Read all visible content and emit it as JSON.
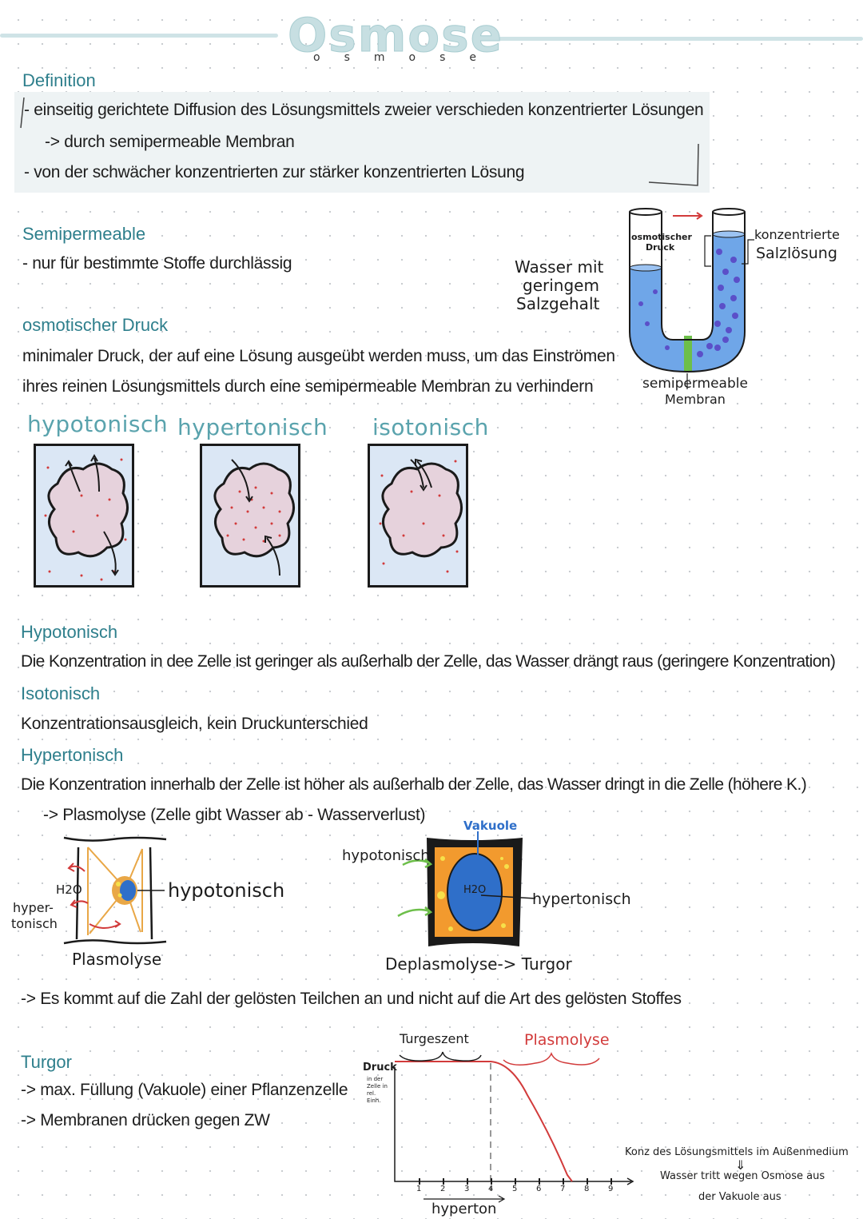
{
  "title": "Osmose",
  "title_sub": "osmose",
  "definition": {
    "heading": "Definition",
    "lines": [
      "- einseitig gerichtete Diffusion des Lösungsmittels zweier verschieden konzentrierter Lösungen",
      "-> durch semipermeable Membran",
      "- von der schwächer konzentrierten zur stärker konzentrierten Lösung"
    ]
  },
  "semipermeable": {
    "heading": "Semipermeable",
    "line": "- nur für bestimmte Stoffe durchlässig"
  },
  "osmotic_pressure": {
    "heading": "osmotischer Druck",
    "lines": [
      "minimaler Druck, der auf eine Lösung ausgeübt werden muss, um das Einströmen",
      "ihres reinen Lösungsmittels durch eine semipermeable Membran zu verhindern"
    ]
  },
  "u_tube": {
    "water_label": [
      "Wasser mit",
      "geringem",
      "Salzgehalt"
    ],
    "pressure_label": [
      "osmotischer",
      "Druck"
    ],
    "salt_label": [
      "konzentrierte",
      "Salzlösung"
    ],
    "membrane_label": [
      "semipermeable",
      "Membran"
    ],
    "colors": {
      "water": "#6fa6e8",
      "membrane": "#6dbf4a",
      "particles": "#5b4fc8"
    }
  },
  "tonicity_diagrams": [
    {
      "label": "hypotonisch"
    },
    {
      "label": "hypertonisch"
    },
    {
      "label": "isotonisch"
    }
  ],
  "explanations": [
    {
      "heading": "Hypotonisch",
      "text": "Die Konzentration in dee Zelle ist geringer als außerhalb der Zelle, das Wasser drängt raus (geringere Konzentration)"
    },
    {
      "heading": "Isotonisch",
      "text": "Konzentrationsausgleich, kein Druckunterschied"
    },
    {
      "heading": "Hypertonisch",
      "text": "Die Konzentration innerhalb der Zelle ist höher als außerhalb der Zelle, das Wasser dringt in die Zelle (höhere K.)"
    }
  ],
  "plasmolysis_note": "-> Plasmolyse (Zelle gibt Wasser ab - Wasserverlust)",
  "plasmolysis_diagram": {
    "h2o": "H2O",
    "outside_label": [
      "hyper-",
      "tonisch"
    ],
    "inside_label": "hypotonisch",
    "caption": "Plasmolyse"
  },
  "deplasmolysis_diagram": {
    "vacuole_label": "Vakuole",
    "outside_label": "hypotonisch",
    "h2o": "H2O",
    "inside_label": "hypertonisch",
    "caption": "Deplasmolyse-> Turgor"
  },
  "particles_note": "-> Es kommt auf die Zahl der gelösten Teilchen an und nicht auf die Art des gelösten Stoffes",
  "turgor": {
    "heading": "Turgor",
    "lines": [
      "-> max. Füllung (Vakuole) einer Pflanzenzelle",
      "-> Membranen drücken gegen ZW"
    ]
  },
  "graph": {
    "y_label": "Druck",
    "y_sublabel": [
      "in der",
      "Zelle in",
      "rel.",
      "Einh."
    ],
    "x_label": "hyperton",
    "x_ticks": [
      "1",
      "2",
      "3",
      "4",
      "5",
      "6",
      "7",
      "8",
      "9"
    ],
    "region_turgescent": "Turgeszent",
    "region_plasmolysis": "Plasmolyse",
    "note_lines": [
      "Konz des Lösungsmittels im Außenmedium",
      "Wasser tritt wegen Osmose aus",
      "der Vakuole aus"
    ],
    "note_arrow": "⇓",
    "curve_color": "#d23b3b"
  }
}
